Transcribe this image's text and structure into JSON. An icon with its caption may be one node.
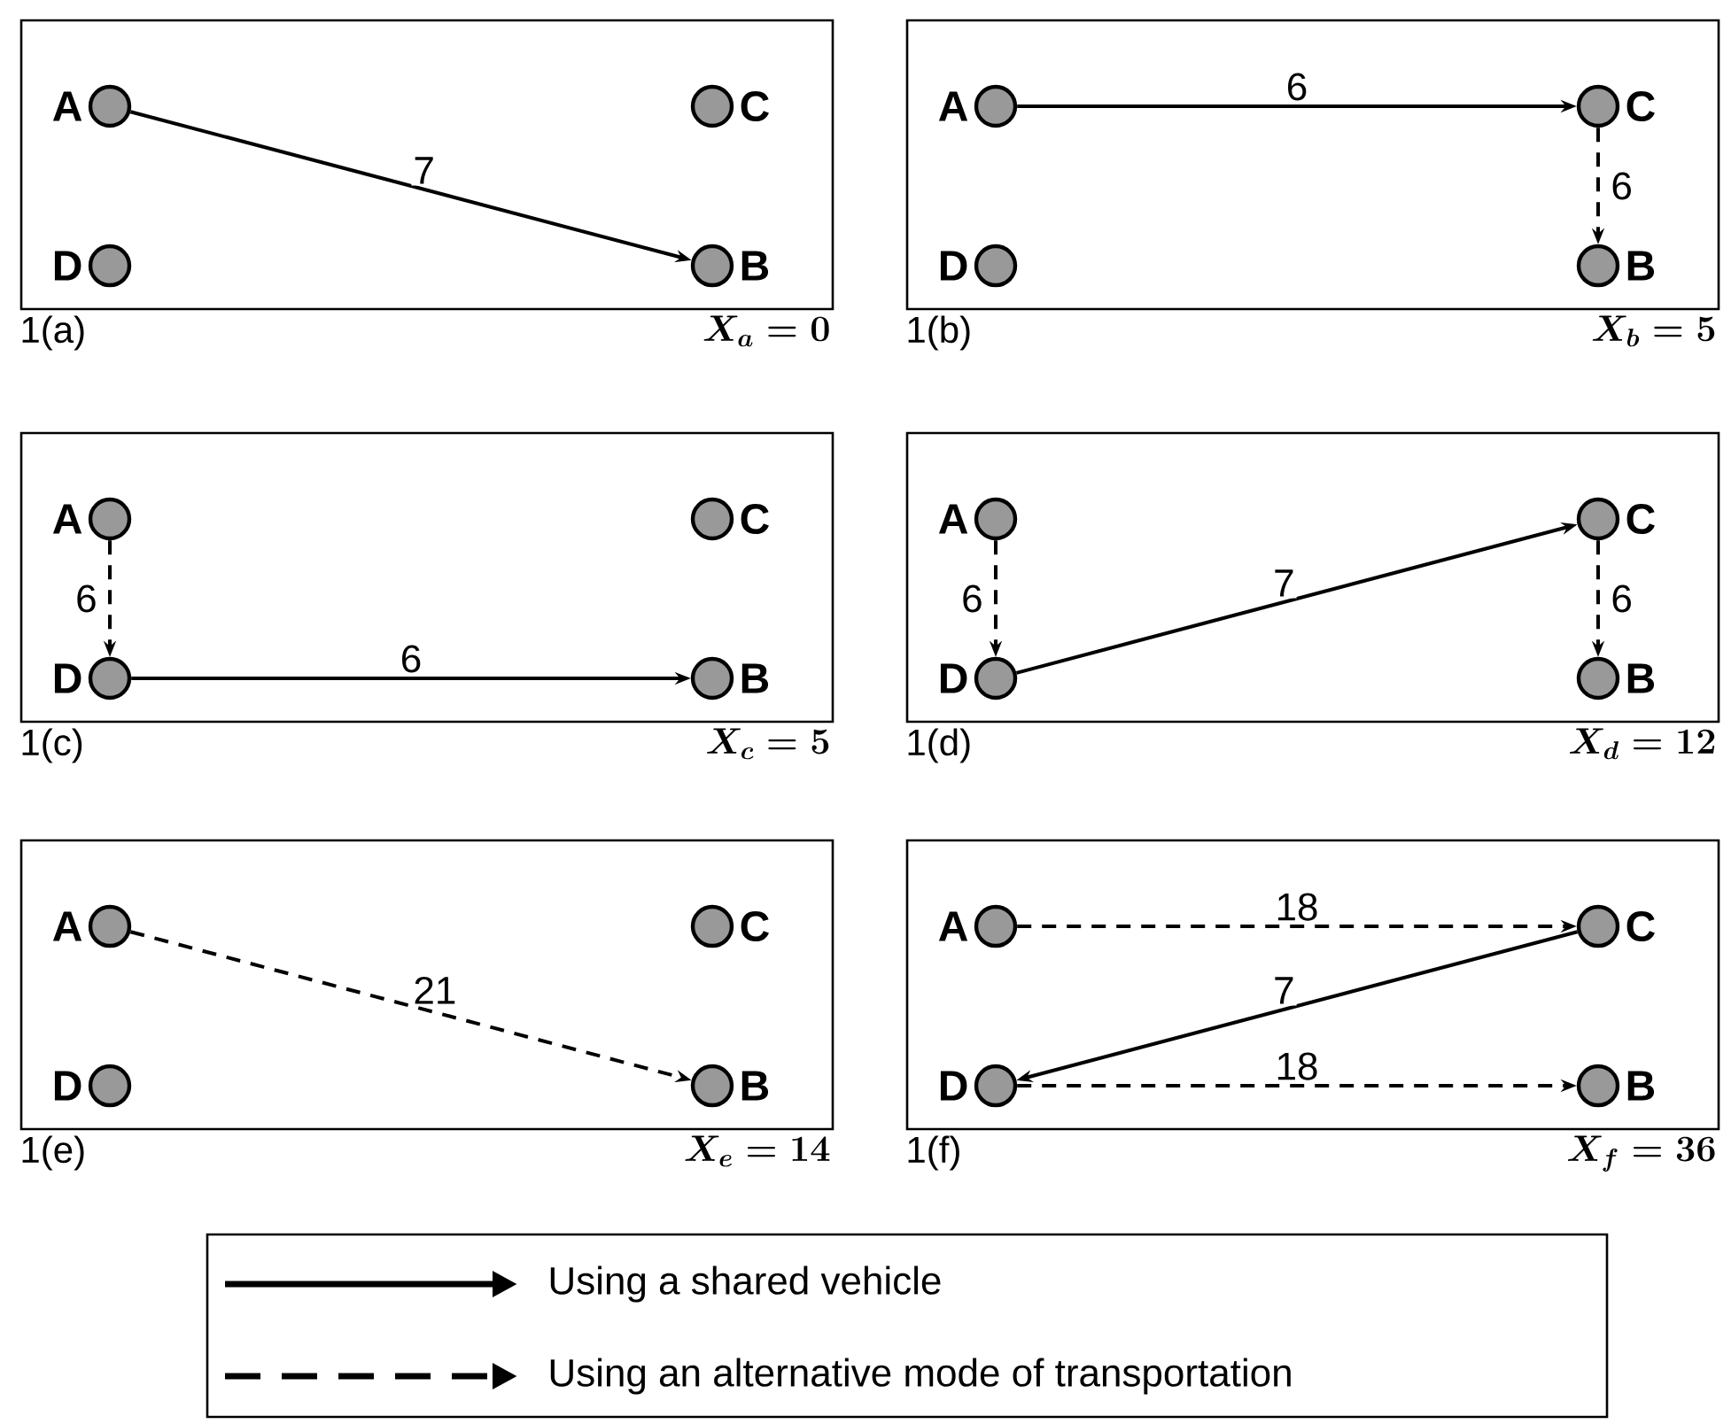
{
  "diagram": {
    "nodes": [
      {
        "text": [],
        "shape": "box",
        "beside": [
          "1(a)",
          "\\boldsymbol{X_{a}=0}"
        ]
      },
      {
        "text": [
          "A"
        ],
        "in": 0
      },
      {
        "text": [
          "C"
        ],
        "in": 0
      },
      {
        "text": [
          "D"
        ],
        "in": 0
      },
      {
        "text": [
          "B"
        ],
        "in": 0
      },
      {
        "text": [],
        "shape": "box",
        "beside": [
          "1(b)",
          "\\boldsymbol{X_{b}=5}"
        ]
      },
      {
        "text": [
          "A"
        ],
        "in": 5
      },
      {
        "text": [
          "C"
        ],
        "in": 5
      },
      {
        "text": [
          "D"
        ],
        "in": 5
      },
      {
        "text": [
          "B"
        ],
        "in": 5
      },
      {
        "text": [],
        "shape": "box",
        "beside": [
          "1(c)",
          "\\boldsymbol{X_{c}=5}"
        ]
      },
      {
        "text": [
          "A"
        ],
        "in": 10
      },
      {
        "text": [
          "C"
        ],
        "in": 10
      },
      {
        "text": [
          "D"
        ],
        "in": 10
      },
      {
        "text": [
          "B"
        ],
        "in": 10
      },
      {
        "text": [],
        "shape": "box",
        "beside": [
          "1(d)",
          "\\boldsymbol{X_{d}=12}"
        ]
      },
      {
        "text": [
          "A"
        ],
        "in": 15
      },
      {
        "text": [
          "C"
        ],
        "in": 15
      },
      {
        "text": [
          "D"
        ],
        "in": 15
      },
      {
        "text": [
          "B"
        ],
        "in": 15
      },
      {
        "text": [],
        "shape": "box",
        "beside": [
          "1(e)",
          "\\boldsymbol{X_{e}=14}"
        ]
      },
      {
        "text": [
          "A"
        ],
        "in": 20
      },
      {
        "text": [
          "C"
        ],
        "in": 20
      },
      {
        "text": [
          "D"
        ],
        "in": 20
      },
      {
        "text": [
          "B"
        ],
        "in": 20
      },
      {
        "text": [],
        "shape": "box",
        "beside": [
          "1(f)",
          "\\boldsymbol{X_{f}=36}"
        ]
      },
      {
        "text": [
          "A"
        ],
        "in": 25
      },
      {
        "text": [
          "C"
        ],
        "in": 25
      },
      {
        "text": [
          "D"
        ],
        "in": 25
      },
      {
        "text": [
          "B"
        ],
        "in": 25
      }
    ],
    "edges": [
      {
        "from": 1,
        "to": 4,
        "arrow": "to",
        "label": "7"
      },
      {
        "from": 6,
        "to": 7,
        "arrow": "to",
        "label": "6"
      },
      {
        "from": 7,
        "to": 9,
        "arrow": "to",
        "label": "6",
        "style": "dashed"
      },
      {
        "from": 11,
        "to": 13,
        "arrow": "to",
        "label": "6",
        "style": "dashed"
      },
      {
        "from": 13,
        "to": 14,
        "arrow": "to",
        "label": "6"
      },
      {
        "from": 16,
        "to": 18,
        "arrow": "to",
        "label": "6",
        "style": "dashed"
      },
      {
        "from": 18,
        "to": 17,
        "arrow": "to",
        "label": "7"
      },
      {
        "from": 17,
        "to": 19,
        "arrow": "to",
        "label": "6",
        "style": "dashed"
      },
      {
        "from": 21,
        "to": 24,
        "arrow": "to",
        "label": "21",
        "style": "dashed"
      },
      {
        "from": 26,
        "to": 27,
        "arrow": "to",
        "label": "18",
        "style": "dashed"
      },
      {
        "from": 27,
        "to": 28,
        "arrow": "to",
        "label": "7"
      },
      {
        "from": 28,
        "to": 29,
        "arrow": "to",
        "label": "18",
        "style": "dashed"
      }
    ],
    "legend": [
      {
        "text": "Using a shared vehicle"
      },
      {
        "text": "Using an alternative mode of transportation"
      }
    ]
  }
}
